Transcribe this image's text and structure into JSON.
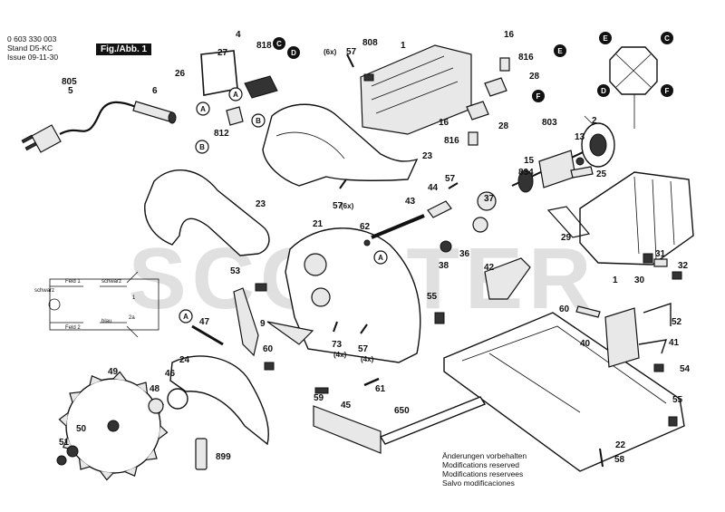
{
  "header": {
    "doc_number": "0 603 330 003",
    "stand_label": "Stand",
    "stand_value": "D5-KC",
    "issue_label": "Issue",
    "issue_value": "09-11-30",
    "figure_tag": "Fig./Abb. 1"
  },
  "footer_note": [
    "Änderungen vorbehalten",
    "Modifications reserved",
    "Modifications reservees",
    "Salvo modificaciones"
  ],
  "watermark": "SCOOTER",
  "connector_bubbles": {
    "filled": [
      "C",
      "D",
      "E",
      "F"
    ],
    "open": [
      "A",
      "B"
    ]
  },
  "wiring": {
    "labels": [
      "Feld 1",
      "schwarz",
      "schwarz",
      "Feld 2",
      "blau",
      "2a",
      "1"
    ]
  },
  "part_labels": [
    "805",
    "5",
    "6",
    "26",
    "27",
    "4",
    "818",
    "808",
    "1",
    "57",
    "(6x)",
    "16",
    "816",
    "28",
    "16",
    "816",
    "28",
    "803",
    "2",
    "13",
    "15",
    "834",
    "25",
    "23",
    "23",
    "57",
    "(6x)",
    "21",
    "43",
    "44",
    "57",
    "37",
    "62",
    "36",
    "38",
    "29",
    "42",
    "31",
    "30",
    "32",
    "1",
    "53",
    "47",
    "9",
    "73",
    "(4x)",
    "57",
    "(4x)",
    "60",
    "24",
    "49",
    "48",
    "46",
    "45",
    "59",
    "61",
    "55",
    "60",
    "52",
    "40",
    "41",
    "54",
    "55",
    "650",
    "50",
    "51",
    "899",
    "22",
    "58",
    "812"
  ]
}
